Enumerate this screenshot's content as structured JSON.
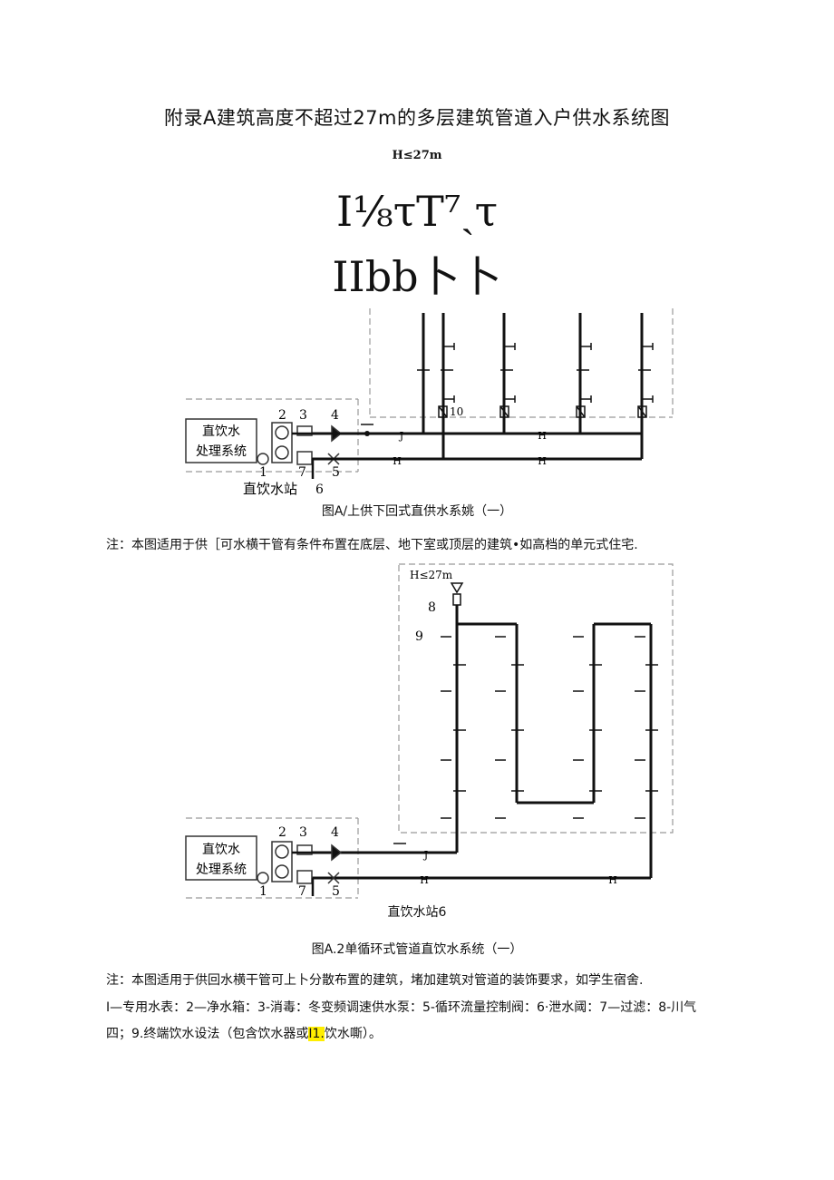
{
  "page": {
    "title": "附录A建筑高度不超过27m的多层建筑管道入户供水系统图",
    "height_note": "H≤27m",
    "garbled_line_1": "I⅛τT⁷ˏτ",
    "garbled_line_2": "IIbb卜卜"
  },
  "figure1": {
    "station_box_line1": "直饮水",
    "station_box_line2": "处理系统",
    "station_label": "直饮水站",
    "numbers": [
      "2",
      "3",
      "4",
      "1",
      "7",
      "5",
      "6",
      "10"
    ],
    "pipe_marks": [
      "J",
      "H",
      "H",
      "H"
    ],
    "caption": "图A/上供下回式直供水系姚（一）",
    "note": "注：本图适用于供［可水横干管有条件布置在底层、地下室或顶层的建筑•如高档的单元式住宅."
  },
  "figure2": {
    "height_box": "H≤27m",
    "station_box_line1": "直饮水",
    "station_box_line2": "处理系统",
    "numbers": [
      "8",
      "9",
      "2",
      "3",
      "4",
      "1",
      "7",
      "5"
    ],
    "pipe_marks": [
      "J",
      "H",
      "H"
    ],
    "station_label": "直饮水站6",
    "caption": "图A.2单循环式管道直饮水系统（一）",
    "note": "注：本图适用于供回水横干管可上卜分散布置的建筑，堵加建筑对管道的装饰要求，如学生宿舍."
  },
  "legend": {
    "line1": "I—专用水表：2—净水箱：3-消毒：冬变频调速供水泵：5-循环流量控制阀：6·泄水阈：7—过滤：8-川气",
    "line2_a": "四；9.终端饮水设法（包含饮水器或",
    "line2_highlight": "I1.",
    "line2_b": "饮水嘶）。"
  }
}
